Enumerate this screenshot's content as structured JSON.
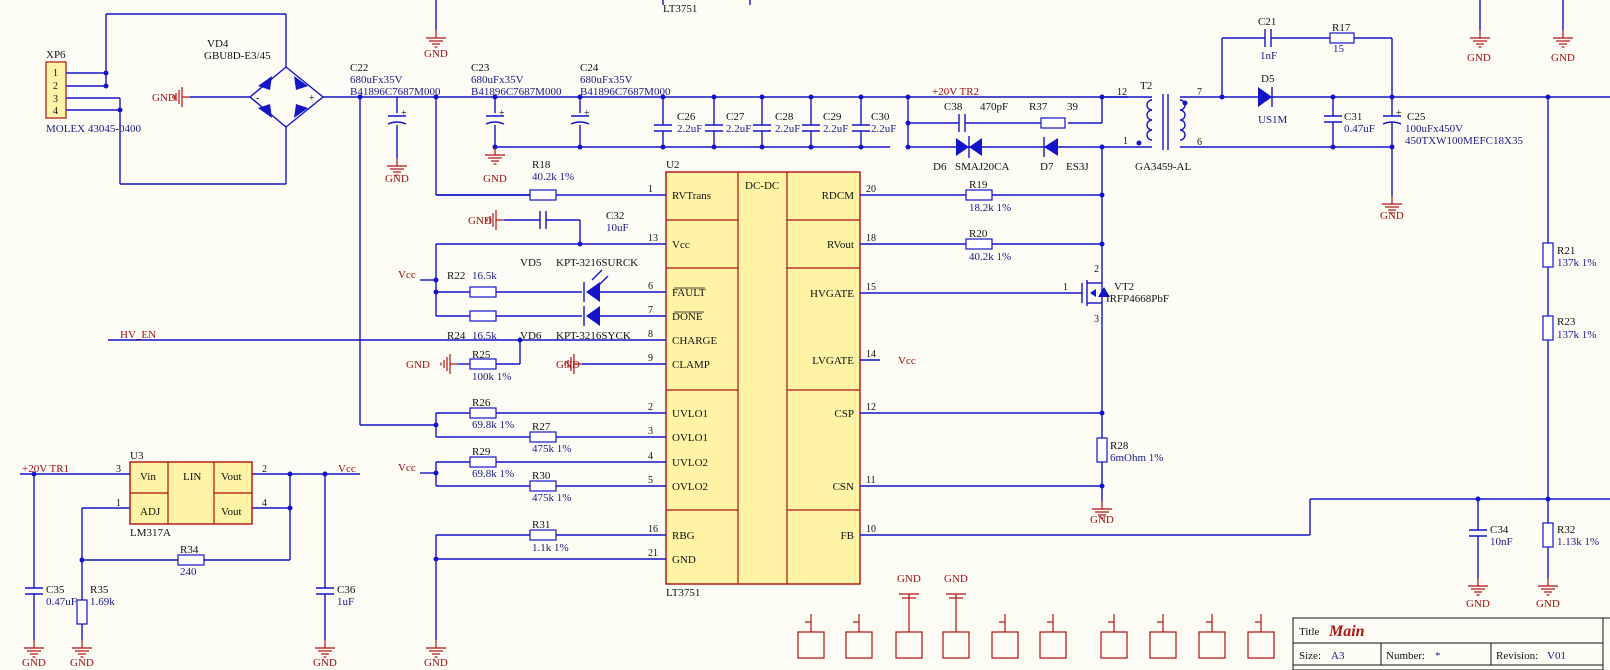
{
  "xp6": {
    "ref": "XP6",
    "value": "MOLEX 43045-0400",
    "pins": [
      "1",
      "2",
      "3",
      "4"
    ]
  },
  "vd4": {
    "ref": "VD4",
    "value": "GBU8D-E3/45"
  },
  "c22": {
    "ref": "C22",
    "v1": "680uFx35V",
    "v2": "B41896C7687M000"
  },
  "c23": {
    "ref": "C23",
    "v1": "680uFx35V",
    "v2": "B41896C7687M000"
  },
  "c24": {
    "ref": "C24",
    "v1": "680uFx35V",
    "v2": "B41896C7687M000"
  },
  "c26": {
    "ref": "C26",
    "value": "2.2uF"
  },
  "c27": {
    "ref": "C27",
    "value": "2.2uF"
  },
  "c28": {
    "ref": "C28",
    "value": "2.2uF"
  },
  "c29": {
    "ref": "C29",
    "value": "2.2uF"
  },
  "c30": {
    "ref": "C30",
    "value": "2.2uF"
  },
  "net": {
    "tr2": "+20V  TR2",
    "tr1": "+20V  TR1",
    "gnd": "GND",
    "vcc": "Vcc",
    "hv_en": "HV_EN"
  },
  "c38": {
    "ref": "C38",
    "value": "470pF"
  },
  "r37": {
    "ref": "R37",
    "value": "39"
  },
  "d6": {
    "ref": "D6",
    "value": "SMAJ20CA"
  },
  "d7": {
    "ref": "D7",
    "value": "ES3J"
  },
  "t2": {
    "ref": "T2",
    "value": "GA3459-AL",
    "p12": "12",
    "p1": "1",
    "p7": "7",
    "p6": "6"
  },
  "c21": {
    "ref": "C21",
    "value": "1nF"
  },
  "r17": {
    "ref": "R17",
    "value": "15"
  },
  "d5": {
    "ref": "D5",
    "value": "US1M"
  },
  "c31": {
    "ref": "C31",
    "value": "0.47uF"
  },
  "c25": {
    "ref": "C25",
    "v1": "100uFx450V",
    "v2": "450TXW100MEFC18X35"
  },
  "u2": {
    "ref": "U2",
    "value": "LT3751",
    "center": "DC-DC",
    "left": [
      [
        "1",
        "RVTrans"
      ],
      [
        "13",
        "Vcc"
      ],
      [
        "6",
        "FAULT"
      ],
      [
        "7",
        "DONE"
      ],
      [
        "8",
        "CHARGE"
      ],
      [
        "9",
        "CLAMP"
      ],
      [
        "2",
        "UVLO1"
      ],
      [
        "3",
        "OVLO1"
      ],
      [
        "4",
        "UVLO2"
      ],
      [
        "5",
        "OVLO2"
      ],
      [
        "16",
        "RBG"
      ],
      [
        "21",
        "GND"
      ]
    ],
    "right": [
      [
        "20",
        "RDCM"
      ],
      [
        "18",
        "RVout"
      ],
      [
        "15",
        "HVGATE"
      ],
      [
        "14",
        "LVGATE"
      ],
      [
        "12",
        "CSP"
      ],
      [
        "11",
        "CSN"
      ],
      [
        "10",
        "FB"
      ]
    ]
  },
  "u2_top": {
    "value": "LT3751"
  },
  "r18": {
    "ref": "R18",
    "value": "40.2k 1%"
  },
  "c32": {
    "ref": "C32",
    "value": "10uF"
  },
  "r19": {
    "ref": "R19",
    "value": "18.2k 1%"
  },
  "r20": {
    "ref": "R20",
    "value": "40.2k 1%"
  },
  "vt2": {
    "ref": "VT2",
    "value": "IRFP4668PbF",
    "p1": "1",
    "p2": "2",
    "p3": "3"
  },
  "vd5": {
    "ref": "VD5",
    "value": "KPT-3216SURCK"
  },
  "vd6": {
    "ref": "VD6",
    "value": "KPT-3216SYCK"
  },
  "r22": {
    "ref": "R22",
    "value": "16.5k"
  },
  "r24": {
    "ref": "R24",
    "value": "16.5k"
  },
  "r25": {
    "ref": "R25",
    "value": "100k 1%"
  },
  "r26": {
    "ref": "R26",
    "value": "69.8k 1%"
  },
  "r27": {
    "ref": "R27",
    "value": "475k 1%"
  },
  "r29": {
    "ref": "R29",
    "value": "69.8k 1%"
  },
  "r30": {
    "ref": "R30",
    "value": "475k 1%"
  },
  "r31": {
    "ref": "R31",
    "value": "1.1k 1%"
  },
  "r28": {
    "ref": "R28",
    "value": "6mOhm 1%"
  },
  "r21": {
    "ref": "R21",
    "value": "137k 1%"
  },
  "r23": {
    "ref": "R23",
    "value": "137k 1%"
  },
  "c34": {
    "ref": "C34",
    "value": "10nF"
  },
  "r32": {
    "ref": "R32",
    "value": "1.13k 1%"
  },
  "u3": {
    "ref": "U3",
    "value": "LM317A",
    "vin": "Vin",
    "adj": "ADJ",
    "lin": "LIN",
    "vout1": "Vout",
    "vout2": "Vout",
    "p3": "3",
    "p1": "1",
    "p2": "2",
    "p4": "4"
  },
  "r34": {
    "ref": "R34",
    "value": "240"
  },
  "c35": {
    "ref": "C35",
    "value": "0.47uF"
  },
  "r35": {
    "ref": "R35",
    "value": "1.69k"
  },
  "c36": {
    "ref": "C36",
    "value": "1uF"
  },
  "titleblock": {
    "title_label": "Title",
    "title": "Main",
    "size_label": "Size:",
    "size": "A3",
    "number_label": "Number:",
    "number": "*",
    "revision_label": "Revision:",
    "revision": "V01"
  }
}
